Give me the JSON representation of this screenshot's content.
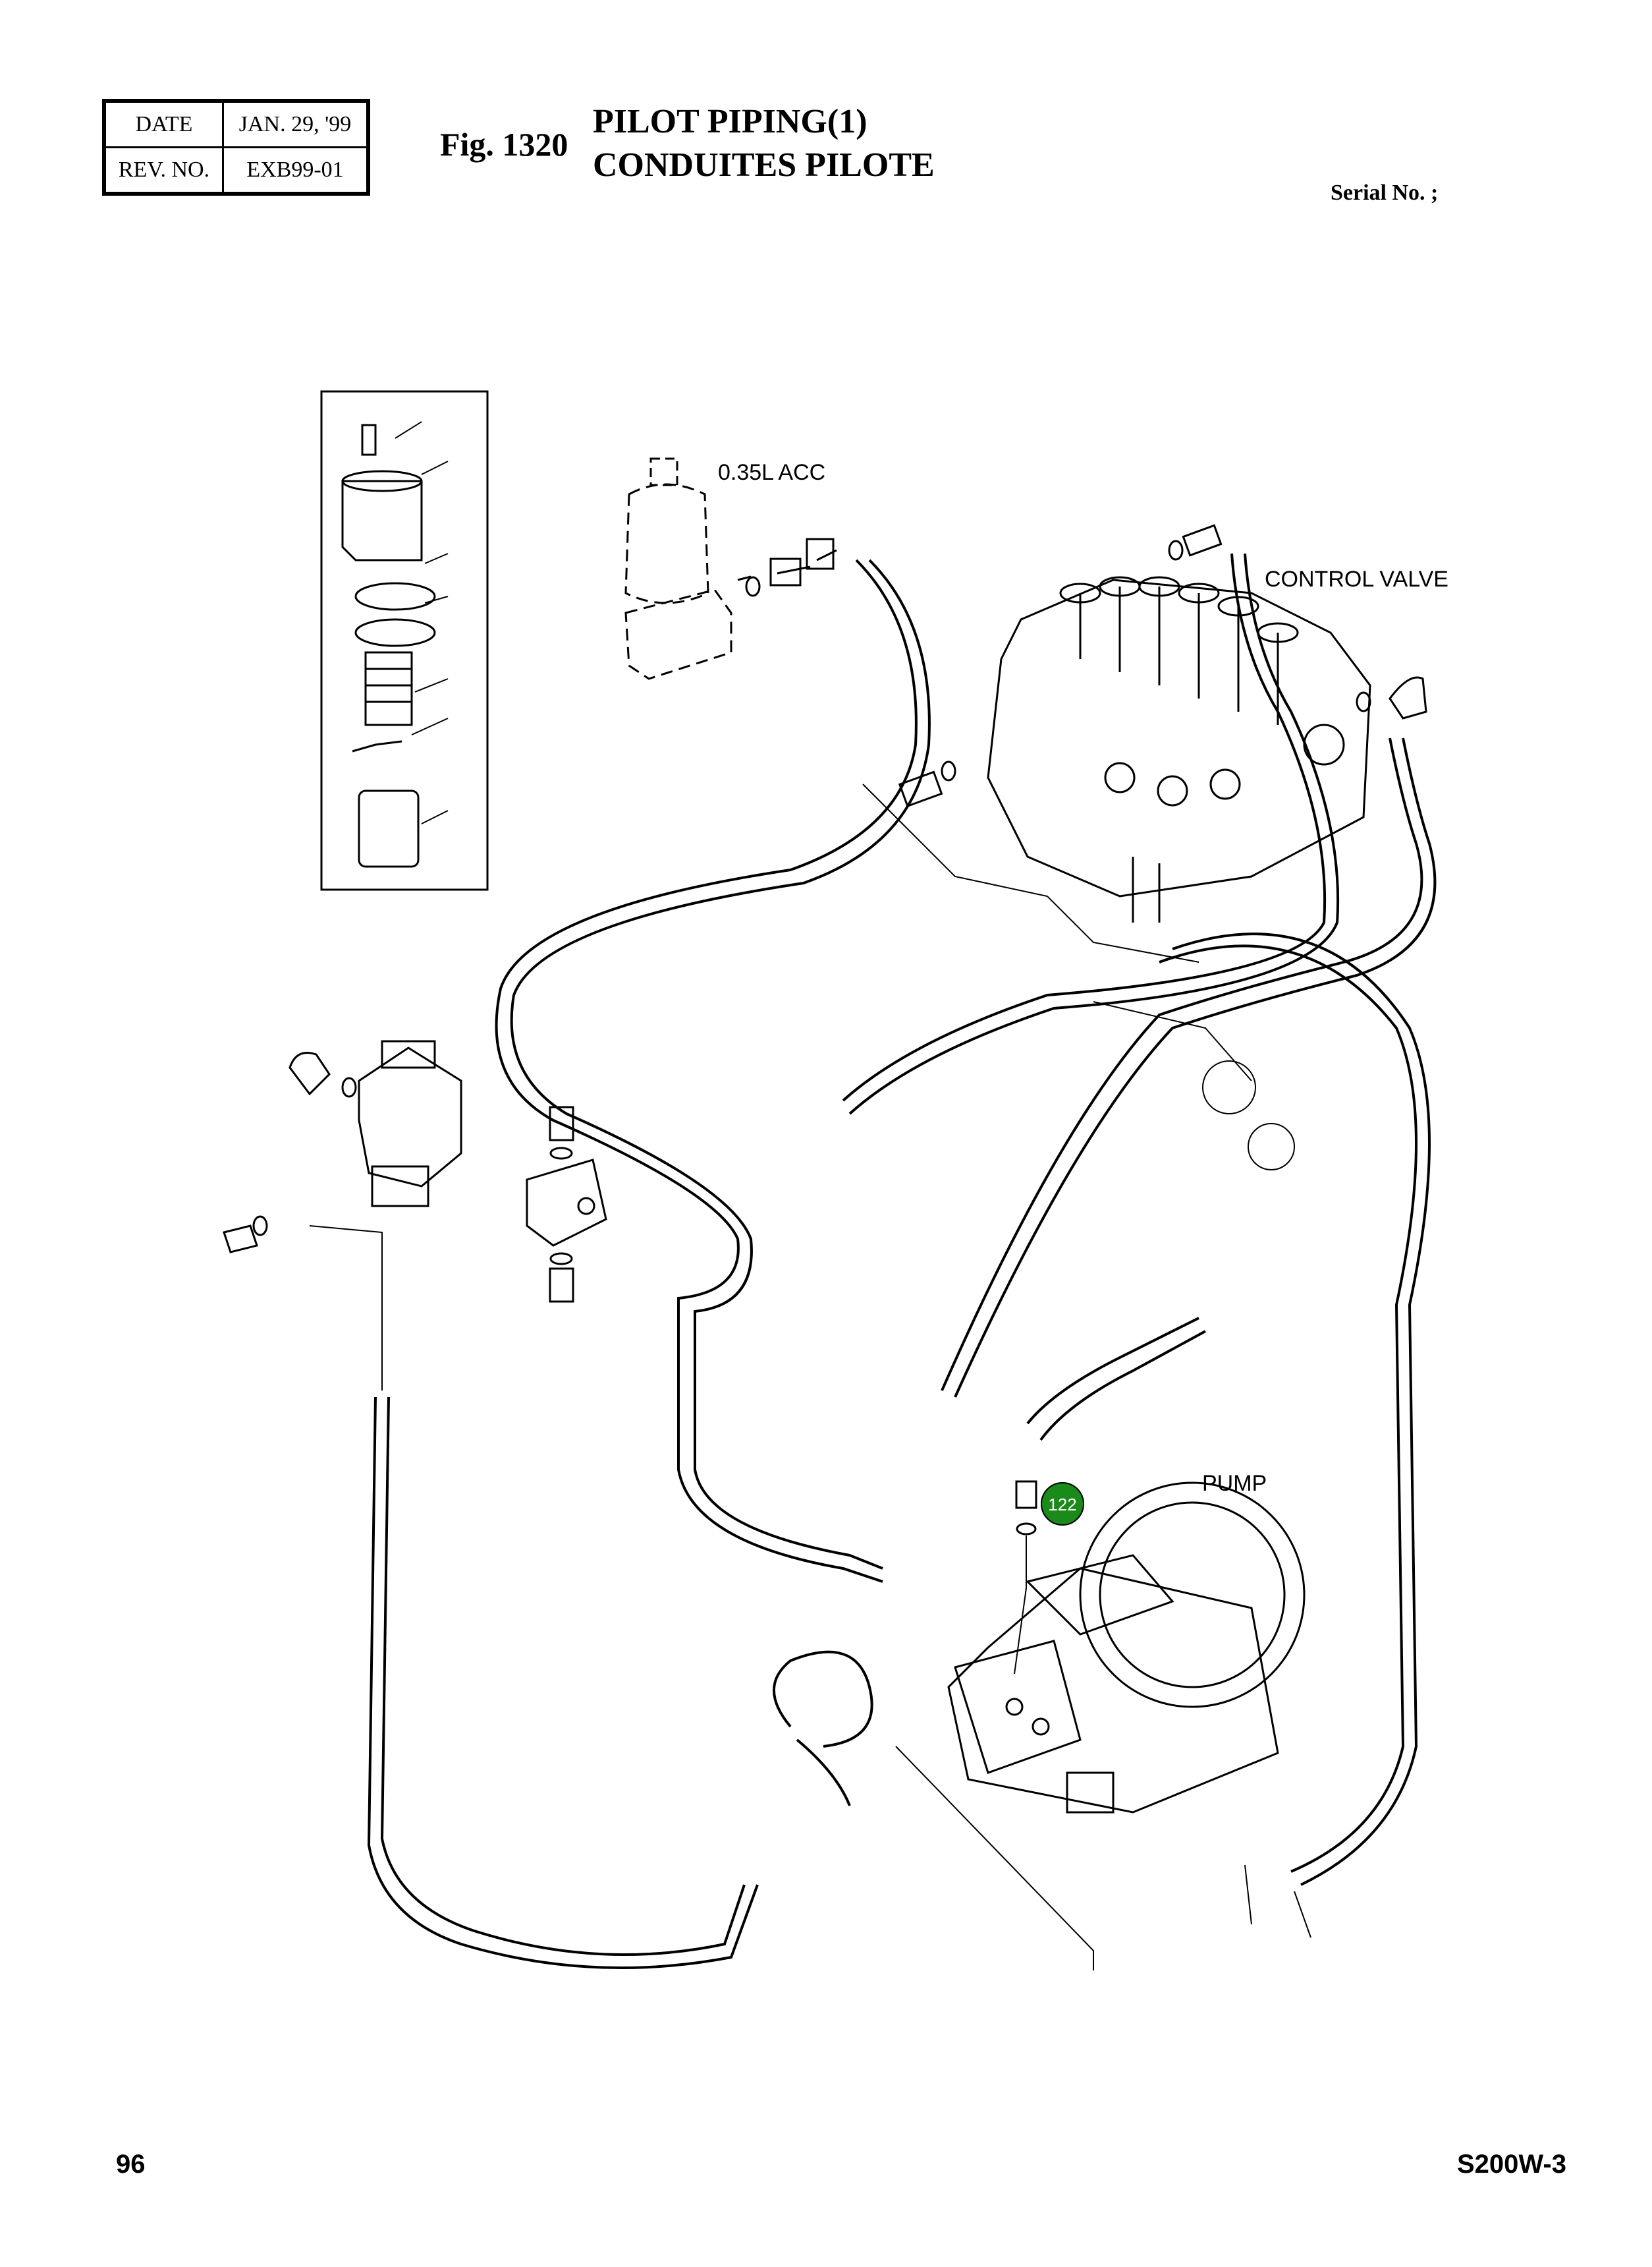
{
  "header": {
    "date_label": "DATE",
    "date_value": "JAN. 29, '99",
    "rev_label": "REV. NO.",
    "rev_value": "EXB99-01",
    "fig_number": "Fig. 1320",
    "title_en": "PILOT PIPING(1)",
    "title_fr": "CONDUITES PILOTE",
    "serial": "Serial No. ;"
  },
  "diagram": {
    "labels": {
      "accumulator": "0.35L ACC",
      "control_valve": "CONTROL VALVE",
      "pump": "PUMP"
    },
    "callout": {
      "number": "122",
      "color": "#1a8a1a"
    }
  },
  "footer": {
    "page_number": "96",
    "model": "S200W-3"
  }
}
